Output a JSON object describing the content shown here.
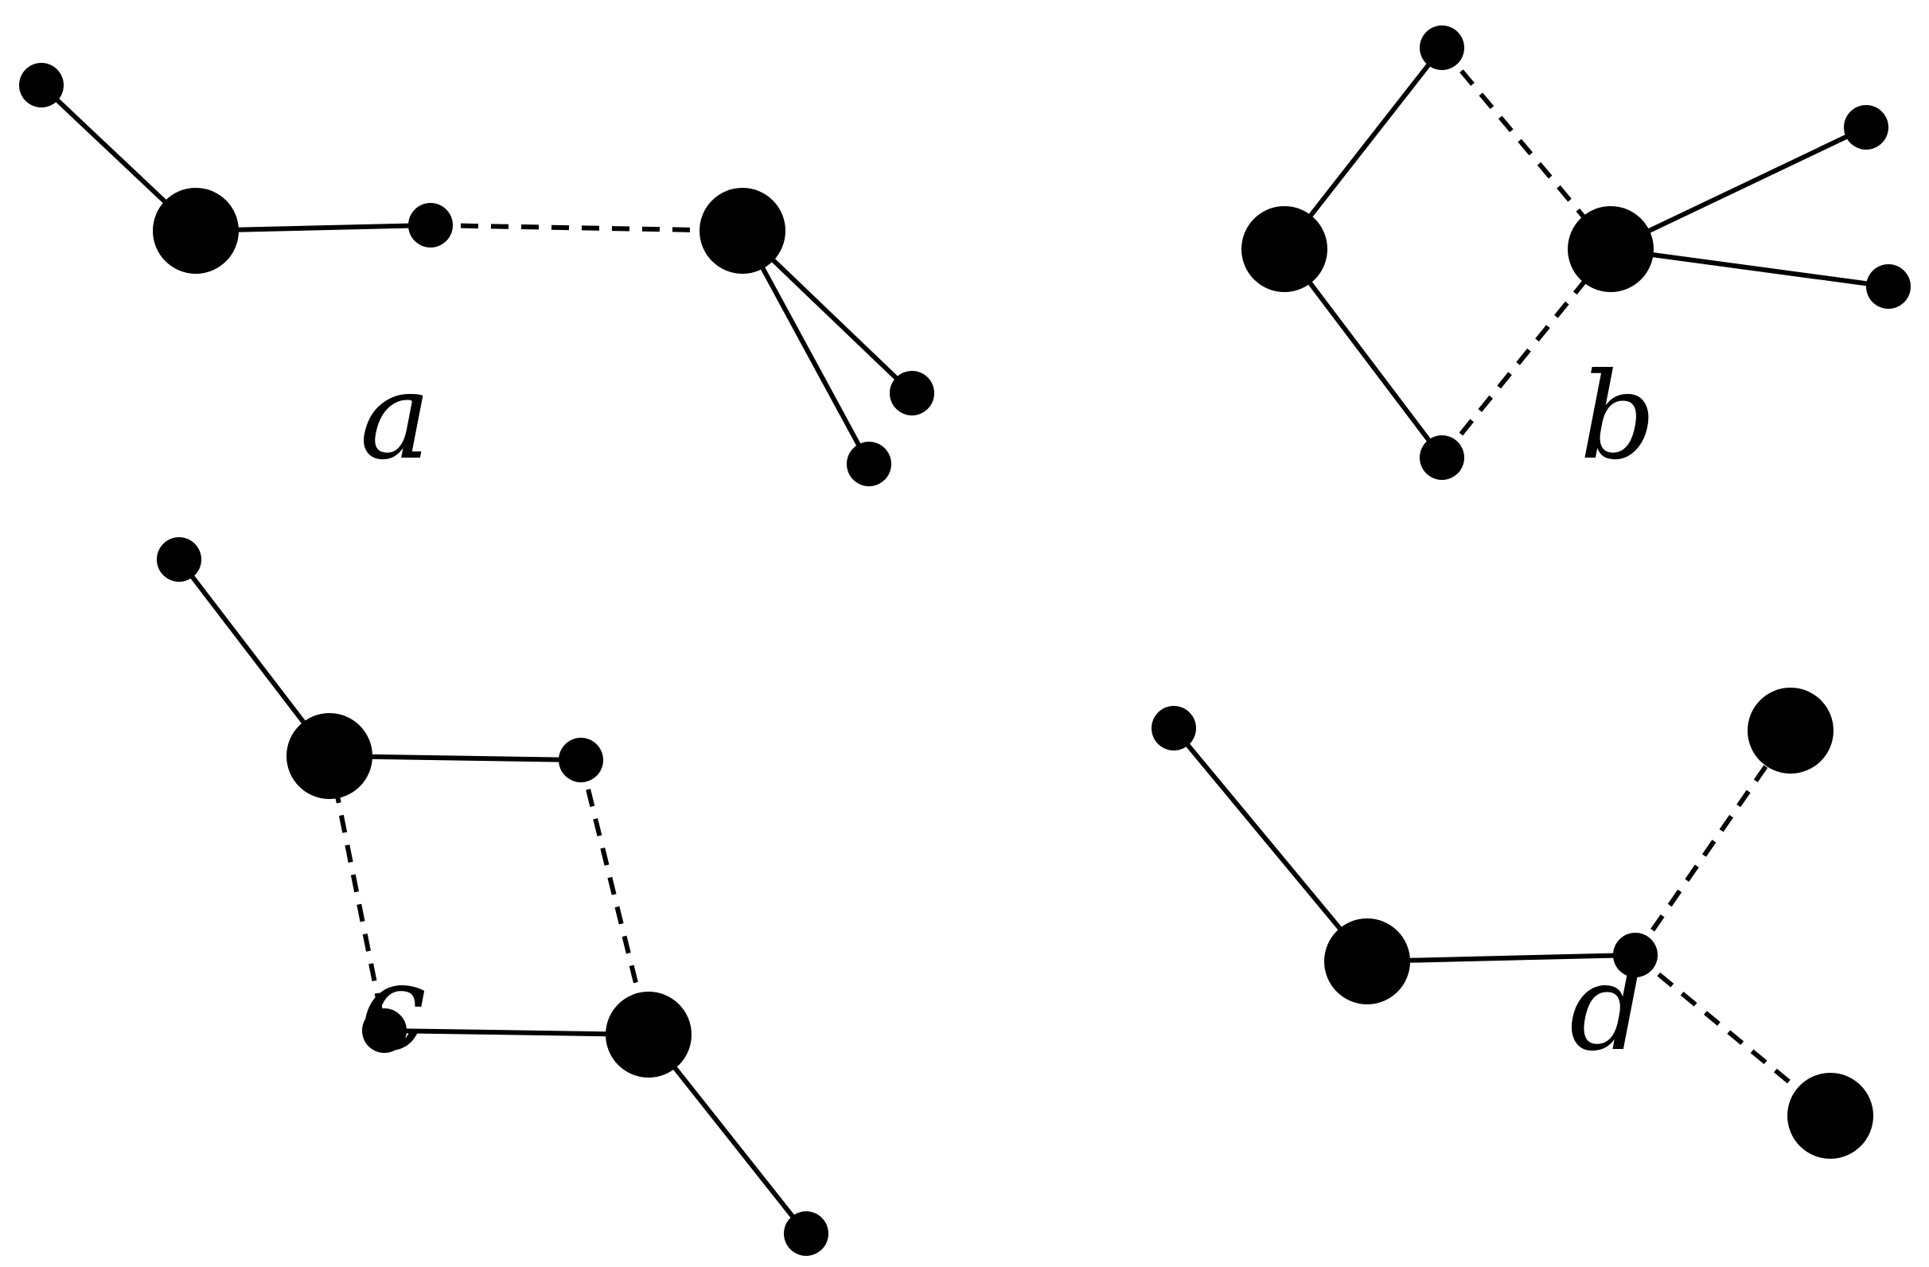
{
  "colors": {
    "ink": "#000000",
    "background": "#ffffff"
  },
  "panels": [
    {
      "id": "a",
      "label": "a",
      "nodes": [
        {
          "id": "a1",
          "size": "small"
        },
        {
          "id": "a2",
          "size": "large"
        },
        {
          "id": "a3",
          "size": "small"
        },
        {
          "id": "a4",
          "size": "large"
        },
        {
          "id": "a5",
          "size": "small"
        },
        {
          "id": "a6",
          "size": "small"
        }
      ],
      "edges": [
        {
          "from": "a1",
          "to": "a2",
          "style": "solid"
        },
        {
          "from": "a2",
          "to": "a3",
          "style": "solid"
        },
        {
          "from": "a3",
          "to": "a4",
          "style": "dashed"
        },
        {
          "from": "a4",
          "to": "a5",
          "style": "solid"
        },
        {
          "from": "a4",
          "to": "a6",
          "style": "solid"
        }
      ]
    },
    {
      "id": "b",
      "label": "b",
      "nodes": [
        {
          "id": "b1",
          "size": "small"
        },
        {
          "id": "b2",
          "size": "large"
        },
        {
          "id": "b3",
          "size": "small"
        },
        {
          "id": "b4",
          "size": "large"
        },
        {
          "id": "b5",
          "size": "small"
        },
        {
          "id": "b6",
          "size": "small"
        }
      ],
      "edges": [
        {
          "from": "b2",
          "to": "b1",
          "style": "solid"
        },
        {
          "from": "b2",
          "to": "b3",
          "style": "solid"
        },
        {
          "from": "b1",
          "to": "b4",
          "style": "dashed"
        },
        {
          "from": "b3",
          "to": "b4",
          "style": "dashed"
        },
        {
          "from": "b4",
          "to": "b5",
          "style": "solid"
        },
        {
          "from": "b4",
          "to": "b6",
          "style": "solid"
        }
      ]
    },
    {
      "id": "c",
      "label": "c",
      "nodes": [
        {
          "id": "c1",
          "size": "small"
        },
        {
          "id": "c2",
          "size": "large"
        },
        {
          "id": "c3",
          "size": "small"
        },
        {
          "id": "c4",
          "size": "small"
        },
        {
          "id": "c5",
          "size": "large"
        },
        {
          "id": "c6",
          "size": "small"
        }
      ],
      "edges": [
        {
          "from": "c1",
          "to": "c2",
          "style": "solid"
        },
        {
          "from": "c2",
          "to": "c3",
          "style": "solid"
        },
        {
          "from": "c2",
          "to": "c4",
          "style": "dashed"
        },
        {
          "from": "c3",
          "to": "c5",
          "style": "dashed"
        },
        {
          "from": "c4",
          "to": "c5",
          "style": "solid"
        },
        {
          "from": "c5",
          "to": "c6",
          "style": "solid"
        }
      ]
    },
    {
      "id": "d",
      "label": "d",
      "nodes": [
        {
          "id": "d1",
          "size": "small"
        },
        {
          "id": "d2",
          "size": "large"
        },
        {
          "id": "d3",
          "size": "small"
        },
        {
          "id": "d4",
          "size": "large"
        },
        {
          "id": "d5",
          "size": "large"
        }
      ],
      "edges": [
        {
          "from": "d1",
          "to": "d2",
          "style": "solid"
        },
        {
          "from": "d2",
          "to": "d3",
          "style": "solid"
        },
        {
          "from": "d3",
          "to": "d4",
          "style": "dashed"
        },
        {
          "from": "d3",
          "to": "d5",
          "style": "dashed"
        }
      ]
    }
  ]
}
